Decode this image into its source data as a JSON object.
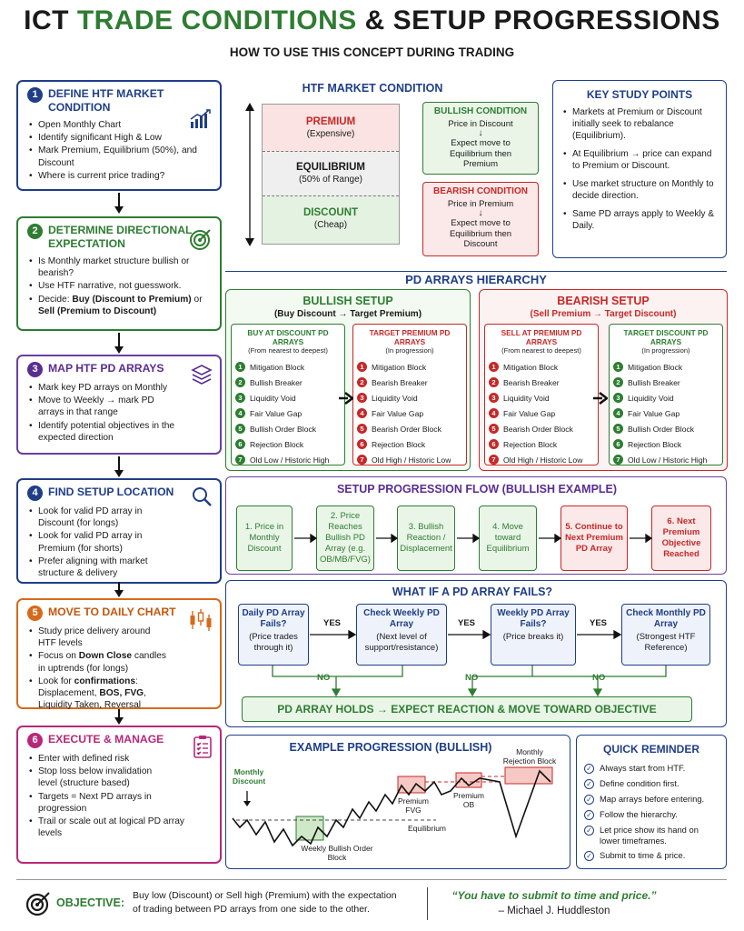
{
  "title": {
    "part1": "ICT ",
    "part2": "TRADE CONDITIONS",
    "part3": " & SETUP PROGRESSIONS"
  },
  "subtitle": "HOW TO USE THIS CONCEPT DURING TRADING",
  "steps": [
    {
      "num": "1",
      "title": "DEFINE HTF MARKET CONDITION",
      "items": [
        "Open Monthly Chart",
        "Identify significant High & Low",
        "Mark Premium, Equilibrium (50%), and Discount",
        "Where is current price trading?"
      ]
    },
    {
      "num": "2",
      "title": "DETERMINE DIRECTIONAL EXPECTATION",
      "items": [
        "Is Monthly market structure bullish or bearish?",
        "Use HTF narrative, not guesswork."
      ],
      "decide": {
        "prefix": "Decide: ",
        "buy": "Buy (Discount to Premium)",
        "mid": " or ",
        "sell": "Sell (Premium to Discount)"
      }
    },
    {
      "num": "3",
      "title": "MAP HTF PD ARRAYS",
      "items": [
        "Mark key PD arrays on Monthly",
        "Move to Weekly → mark PD arrays in that range",
        "Identify potential objectives in the expected direction"
      ]
    },
    {
      "num": "4",
      "title": "FIND SETUP LOCATION",
      "items": [
        "Look for valid PD array in Discount (for longs)",
        "Look for valid PD array in Premium (for shorts)",
        "Prefer aligning with market structure & delivery"
      ]
    },
    {
      "num": "5",
      "title": "MOVE TO DAILY CHART",
      "items": [
        "Study price delivery around HTF levels"
      ],
      "focus": {
        "a": "Focus on ",
        "b": "Down Close",
        "c": " candles in uptrends (for longs)"
      },
      "look": {
        "a": "Look for ",
        "b": "confirmations",
        "c": ":",
        "d": "Displacement, ",
        "e": "BOS, FVG",
        "f": ",",
        "g": "Liquidity Taken, Reversal"
      }
    },
    {
      "num": "6",
      "title": "EXECUTE & MANAGE",
      "items": [
        "Enter with defined risk",
        "Stop loss below invalidation level (structure based)",
        "Targets = Next PD arrays in progression",
        "Trail or scale out at logical PD array levels"
      ]
    }
  ],
  "htf": {
    "title": "HTF MARKET CONDITION",
    "premium": {
      "name": "PREMIUM",
      "sub": "(Expensive)"
    },
    "equilibrium": {
      "name": "EQUILIBRIUM",
      "sub": "(50% of Range)"
    },
    "discount": {
      "name": "DISCOUNT",
      "sub": "(Cheap)"
    },
    "bullish": {
      "title": "BULLISH CONDITION",
      "l1": "Price in Discount",
      "l2": "Expect move to Equilibrium then Premium"
    },
    "bearish": {
      "title": "BEARISH CONDITION",
      "l1": "Price in Premium",
      "l2": "Expect move to Equilibrium then Discount"
    }
  },
  "key": {
    "title": "KEY STUDY POINTS",
    "items": [
      "Markets at Premium or Discount initially seek to rebalance (Equilibrium).",
      "At Equilibrium → price can expand to Premium or Discount.",
      "Use market structure on Monthly to decide direction.",
      "Same PD arrays apply to Weekly & Daily."
    ]
  },
  "pd": {
    "title": "PD ARRAYS HIERARCHY",
    "bull": {
      "title": "BULLISH SETUP",
      "sub": "(Buy Discount → Target Premium)",
      "left": {
        "head": "BUY AT DISCOUNT PD ARRAYS",
        "sub": "(From nearest to deepest)",
        "items": [
          "Mitigation Block",
          "Bullish Breaker",
          "Liquidity Void",
          "Fair Value Gap",
          "Bullish Order Block",
          "Rejection Block",
          "Old Low / Historic High"
        ]
      },
      "right": {
        "head": "TARGET PREMIUM PD ARRAYS",
        "sub": "(In progression)",
        "items": [
          "Mitigation Block",
          "Bearish Breaker",
          "Liquidity Void",
          "Fair Value Gap",
          "Bearish Order Block",
          "Rejection Block",
          "Old High / Historic Low"
        ]
      }
    },
    "bear": {
      "title": "BEARISH SETUP",
      "sub": "(Sell Premium → Target Discount)",
      "left": {
        "head": "SELL AT PREMIUM PD ARRAYS",
        "sub": "(From nearest to deepest)",
        "items": [
          "Mitigation Block",
          "Bearish Breaker",
          "Liquidity Void",
          "Fair Value Gap",
          "Bearish Order Block",
          "Rejection Block",
          "Old High / Historic Low"
        ]
      },
      "right": {
        "head": "TARGET DISCOUNT PD ARRAYS",
        "sub": "(In progression)",
        "items": [
          "Mitigation Block",
          "Bullish Breaker",
          "Liquidity Void",
          "Fair Value Gap",
          "Bullish Order Block",
          "Rejection Block",
          "Old Low / Historic High"
        ]
      }
    },
    "nums": [
      "1",
      "2",
      "3",
      "4",
      "5",
      "6",
      "7"
    ]
  },
  "flow": {
    "title": "SETUP PROGRESSION FLOW (BULLISH EXAMPLE)",
    "steps": [
      "1. Price in Monthly Discount",
      "2. Price Reaches Bullish PD Array (e.g. OB/MB/FVG)",
      "3. Bullish Reaction / Displacement",
      "4. Move toward Equilibrium",
      "5. Continue to Next Premium PD Array",
      "6. Next Premium Objective Reached"
    ]
  },
  "fail": {
    "title": "WHAT IF A PD ARRAY FAILS?",
    "boxes": [
      {
        "t": "Daily PD Array Fails?",
        "s": "(Price trades through it)"
      },
      {
        "t": "Check Weekly PD Array",
        "s": "(Next level of support/resistance)"
      },
      {
        "t": "Weekly PD Array Fails?",
        "s": "(Price breaks it)"
      },
      {
        "t": "Check Monthly PD Array",
        "s": "(Strongest HTF Reference)"
      }
    ],
    "yes": "YES",
    "no": "NO",
    "holds": "PD ARRAY HOLDS → EXPECT REACTION & MOVE TOWARD OBJECTIVE"
  },
  "example": {
    "title": "EXAMPLE PROGRESSION (BULLISH)",
    "monthly_discount": "Monthly Discount",
    "weekly_ob": "Weekly Bullish Order Block",
    "equilibrium": "Equilibrium",
    "premium_fvg": "Premium FVG",
    "premium_ob": "Premium OB",
    "rejection": "Monthly Rejection Block"
  },
  "quick": {
    "title": "QUICK REMINDER",
    "items": [
      "Always start from HTF.",
      "Define condition first.",
      "Map arrays before entering.",
      "Follow the hierarchy.",
      "Let price show its hand on lower timeframes.",
      "Submit to time & price."
    ]
  },
  "footer": {
    "label": "OBJECTIVE:",
    "text": "Buy low (Discount) or Sell high (Premium) with the expectation of trading between PD arrays from one side to the other.",
    "quote": "“You have to submit to time and price.”",
    "author": "– Michael J. Huddleston"
  },
  "colors": {
    "blue": "#1f3e87",
    "green": "#2e7d32",
    "red": "#c62828",
    "purple": "#5a2d91",
    "orange": "#d66a1a",
    "magenta": "#b8287a"
  }
}
